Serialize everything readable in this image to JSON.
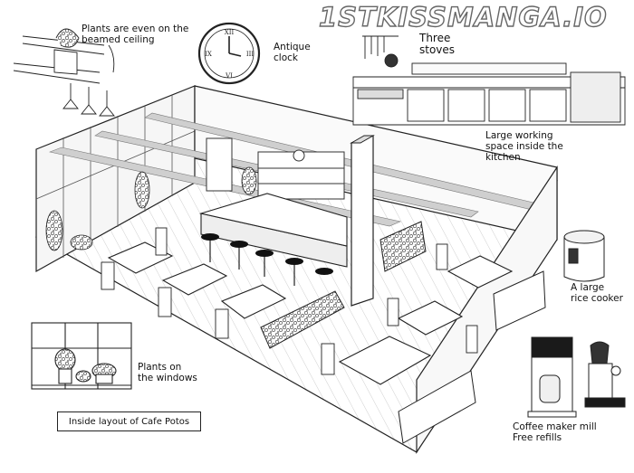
{
  "watermark": "1STKISSMANGA.IO",
  "labels": {
    "plants_ceiling": "Plants are even on the\nbeamed ceiling",
    "antique_clock": "Antique\nclock",
    "three_stoves": "Three\nstoves",
    "kitchen_space": "Large working\nspace inside the\nkitchen",
    "rice_cooker": "A large\nrice cooker",
    "plants_windows": "Plants on\nthe windows",
    "coffee_maker": "Coffee maker mill\nFree refills",
    "caption": "Inside layout of Cafe Potos"
  },
  "colors": {
    "ink": "#1a1a1a",
    "floor_tone": "#d9d9d9",
    "wall": "#f4f4f4",
    "beam": "#c8c8c8",
    "foliage": "#e6e6e6"
  },
  "icons": [
    "plants-ceiling-icon",
    "antique-clock-icon",
    "kitchen-stoves-icon",
    "rice-cooker-icon",
    "window-plants-icon",
    "coffee-mill-icon",
    "cafe-floorplan-illustration"
  ]
}
